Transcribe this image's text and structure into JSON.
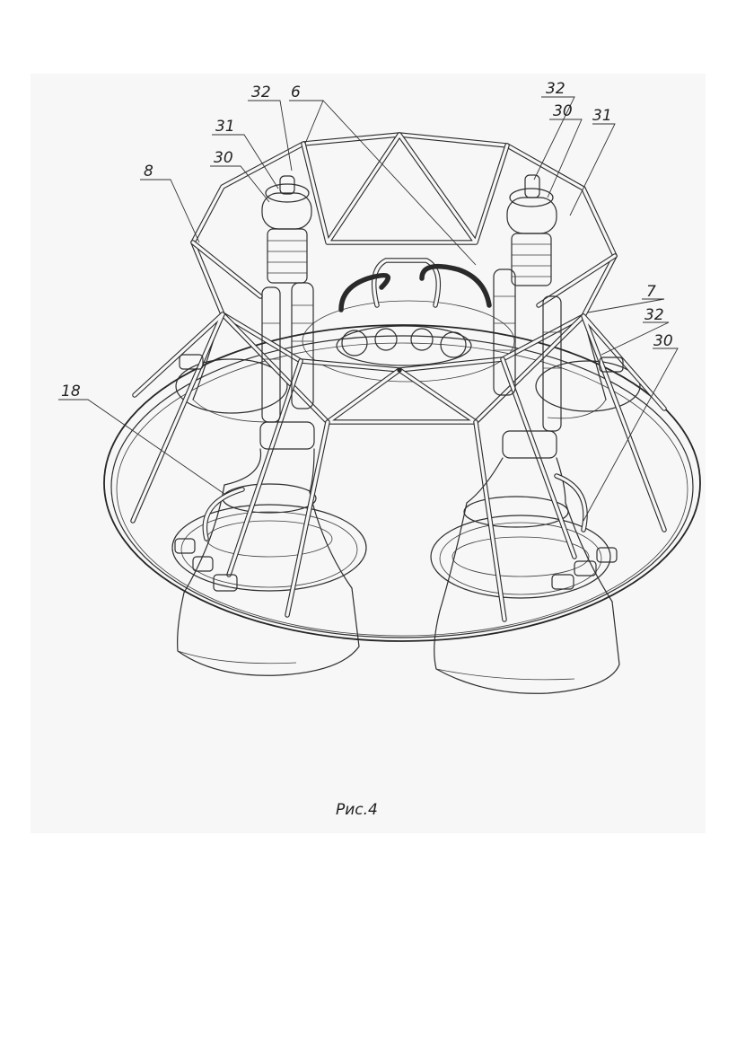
{
  "figure": {
    "caption": "Рис.4"
  },
  "callouts": {
    "c32a": "32",
    "c6": "6",
    "c31a": "31",
    "c30a": "30",
    "c8": "8",
    "c32b": "32",
    "c30b": "30",
    "c31b": "31",
    "c7": "7",
    "c32c": "32",
    "c30c": "30",
    "c18": "18"
  }
}
